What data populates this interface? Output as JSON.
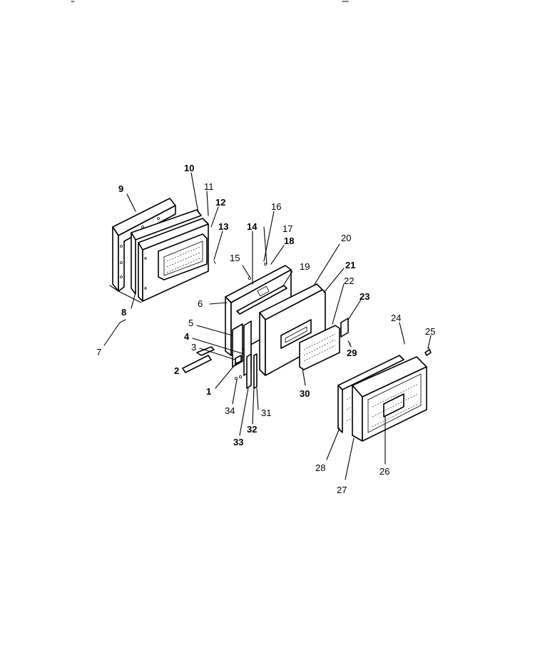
{
  "labels": [
    {
      "id": "label-1",
      "text": "1",
      "bold": true
    },
    {
      "id": "label-2",
      "text": "2",
      "bold": true
    },
    {
      "id": "label-3",
      "text": "3",
      "bold": false
    },
    {
      "id": "label-4",
      "text": "4",
      "bold": true
    },
    {
      "id": "label-5",
      "text": "5",
      "bold": false
    },
    {
      "id": "label-6",
      "text": "6",
      "bold": false
    },
    {
      "id": "label-7",
      "text": "7",
      "bold": false
    },
    {
      "id": "label-8",
      "text": "8",
      "bold": true
    },
    {
      "id": "label-9",
      "text": "9",
      "bold": true
    },
    {
      "id": "label-10",
      "text": "10",
      "bold": true
    },
    {
      "id": "label-11",
      "text": "11",
      "bold": false
    },
    {
      "id": "label-12",
      "text": "12",
      "bold": true
    },
    {
      "id": "label-13",
      "text": "13",
      "bold": true
    },
    {
      "id": "label-14",
      "text": "14",
      "bold": true
    },
    {
      "id": "label-15",
      "text": "15",
      "bold": false
    },
    {
      "id": "label-16",
      "text": "16",
      "bold": false
    },
    {
      "id": "label-17",
      "text": "17",
      "bold": false
    },
    {
      "id": "label-18",
      "text": "18",
      "bold": true
    },
    {
      "id": "label-19",
      "text": "19",
      "bold": false
    },
    {
      "id": "label-20",
      "text": "20",
      "bold": false
    },
    {
      "id": "label-21",
      "text": "21",
      "bold": true
    },
    {
      "id": "label-22",
      "text": "22",
      "bold": false
    },
    {
      "id": "label-23",
      "text": "23",
      "bold": true
    },
    {
      "id": "label-24",
      "text": "24",
      "bold": false
    },
    {
      "id": "label-25",
      "text": "25",
      "bold": false
    },
    {
      "id": "label-26",
      "text": "26",
      "bold": false
    },
    {
      "id": "label-27",
      "text": "27",
      "bold": false
    },
    {
      "id": "label-28",
      "text": "28",
      "bold": false
    },
    {
      "id": "label-29",
      "text": "29",
      "bold": true
    },
    {
      "id": "label-30",
      "text": "30",
      "bold": true
    },
    {
      "id": "label-31",
      "text": "31",
      "bold": false
    },
    {
      "id": "label-32",
      "text": "32",
      "bold": true
    },
    {
      "id": "label-33",
      "text": "33",
      "bold": true
    },
    {
      "id": "label-34",
      "text": "34",
      "bold": false
    }
  ]
}
